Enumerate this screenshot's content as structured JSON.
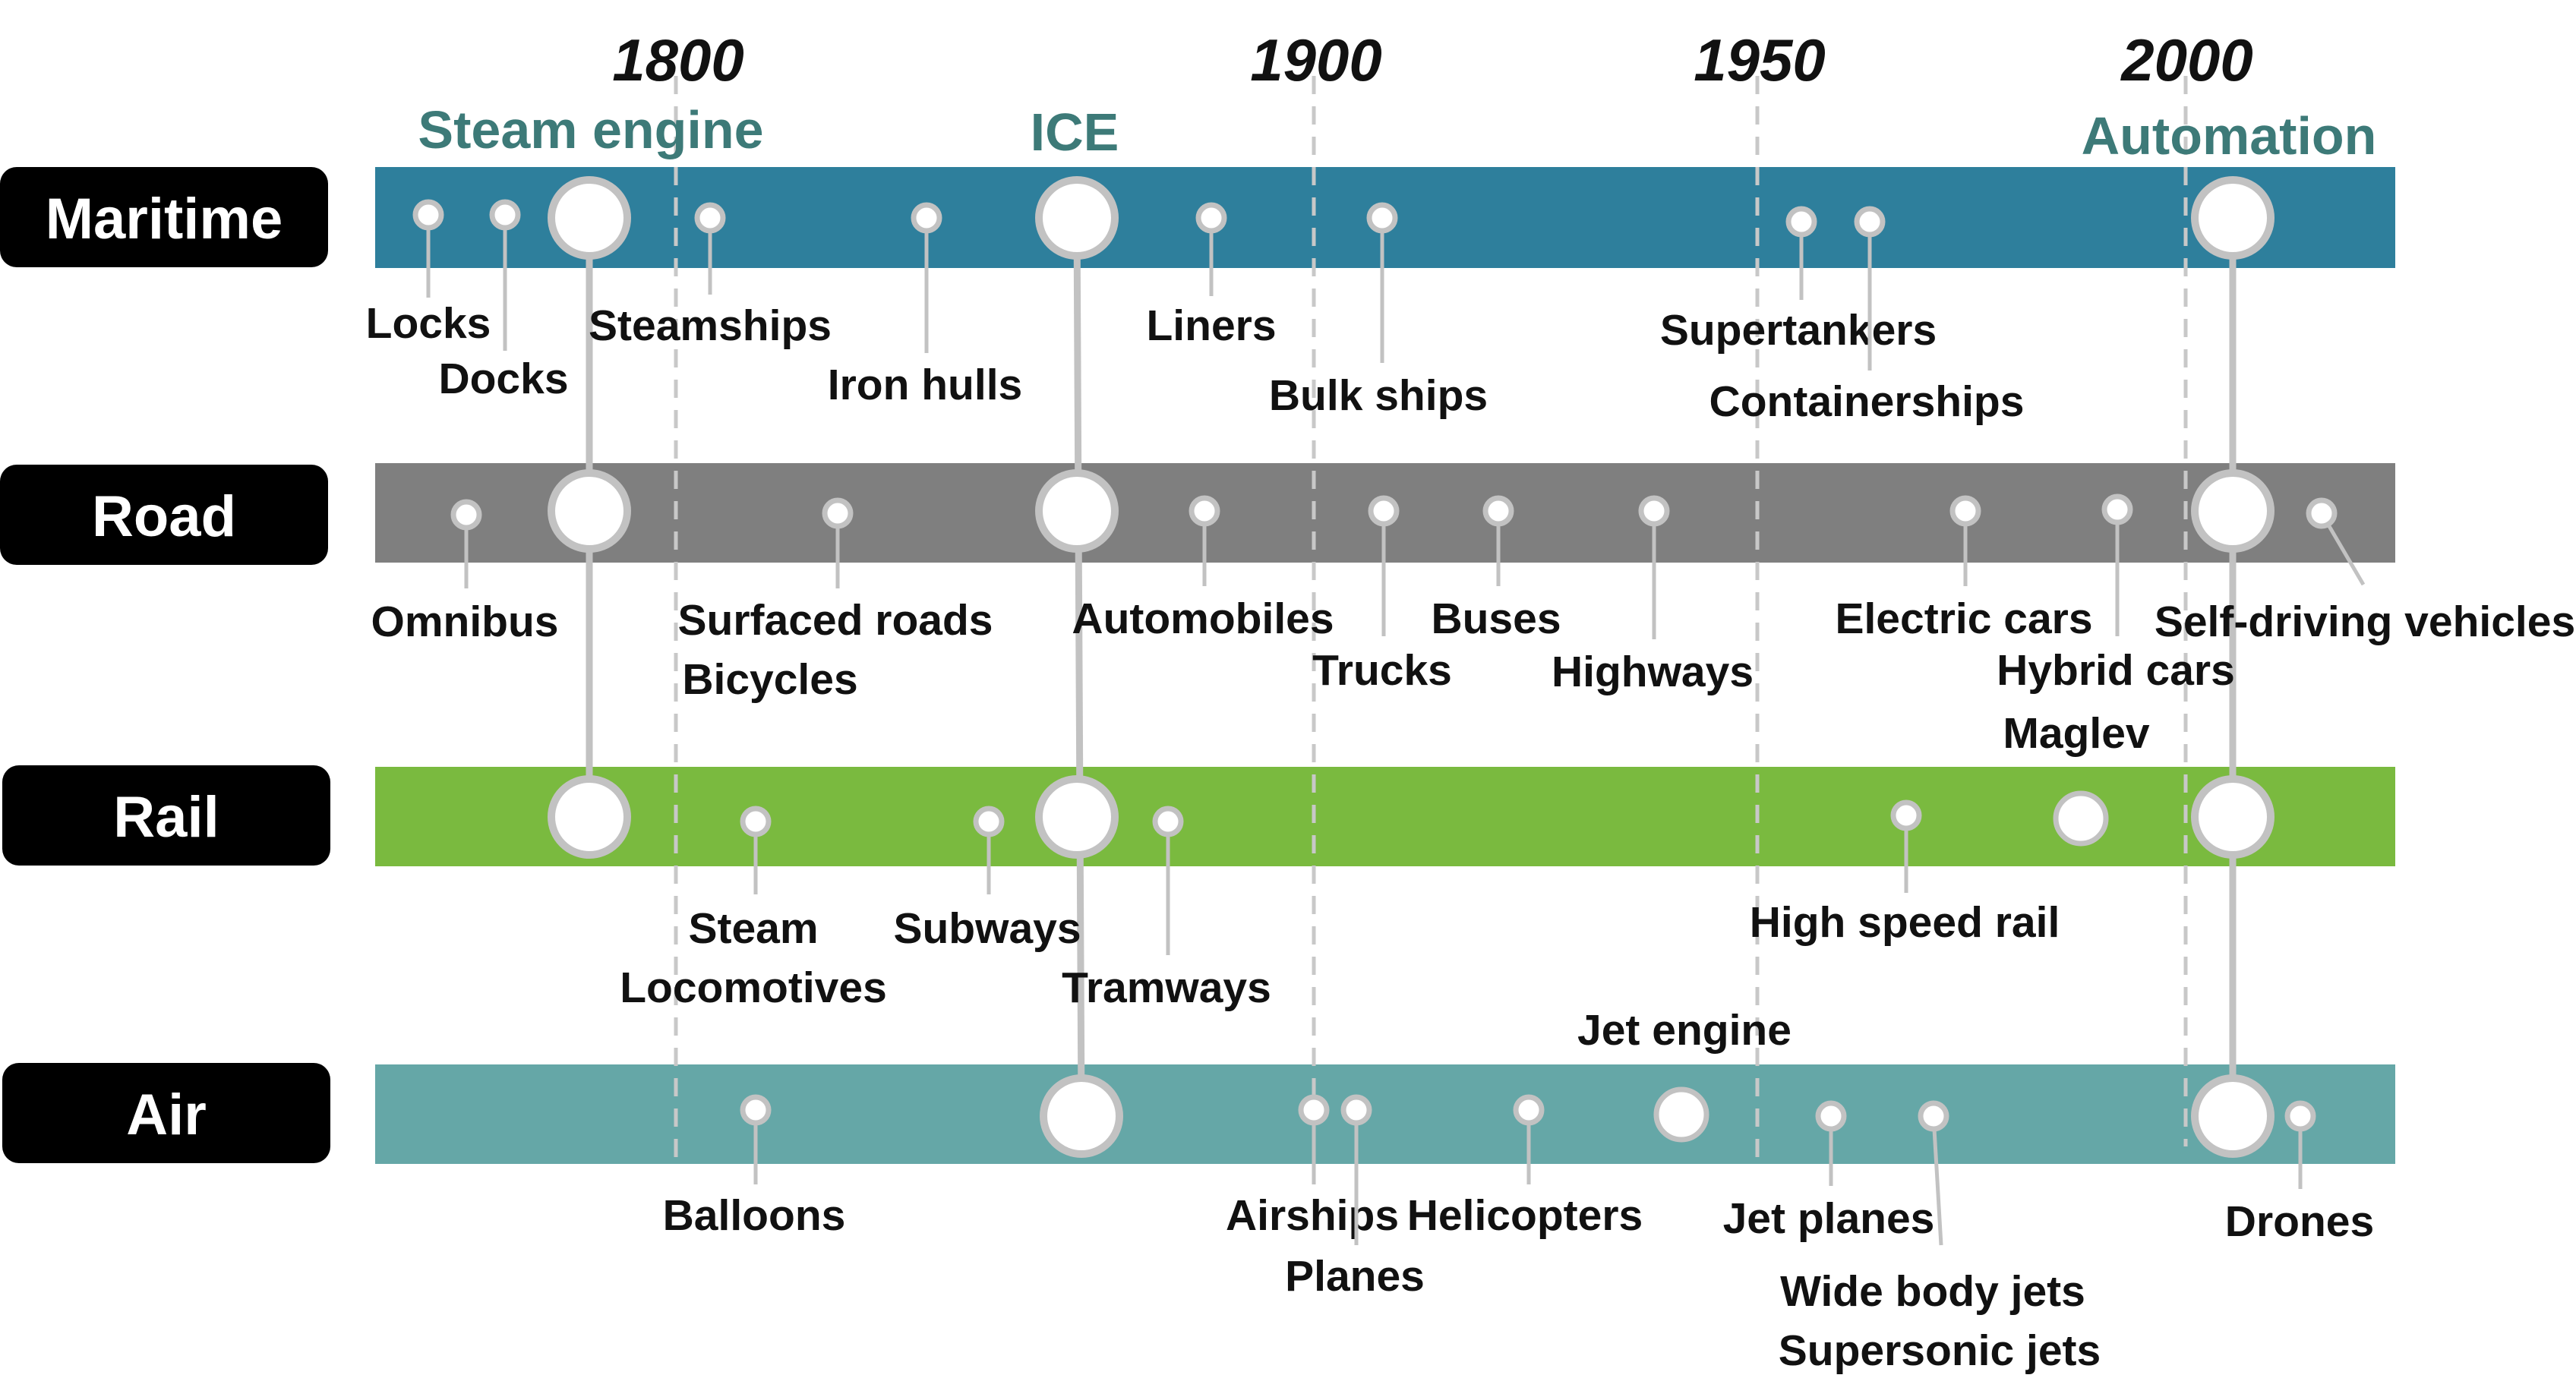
{
  "years": [
    {
      "label": "1800",
      "value": 1800
    },
    {
      "label": "1900",
      "value": 1900
    },
    {
      "label": "1950",
      "value": 1950
    },
    {
      "label": "2000",
      "value": 2000
    }
  ],
  "technologies": [
    {
      "label": "Steam engine"
    },
    {
      "label": "ICE"
    },
    {
      "label": "Automation"
    }
  ],
  "modes": [
    {
      "label": "Maritime",
      "color": "#2e7f9c",
      "events": [
        {
          "label": "Locks"
        },
        {
          "label": "Docks"
        },
        {
          "label": "Steamships"
        },
        {
          "label": "Iron hulls"
        },
        {
          "label": "Liners"
        },
        {
          "label": "Bulk ships"
        },
        {
          "label": "Supertankers"
        },
        {
          "label": "Containerships"
        }
      ]
    },
    {
      "label": "Road",
      "color": "#7f7f7f",
      "events": [
        {
          "label": "Omnibus"
        },
        {
          "label": "Surfaced roads"
        },
        {
          "label": "Bicycles"
        },
        {
          "label": "Automobiles"
        },
        {
          "label": "Trucks"
        },
        {
          "label": "Buses"
        },
        {
          "label": "Highways"
        },
        {
          "label": "Electric cars"
        },
        {
          "label": "Hybrid cars"
        },
        {
          "label": "Self-driving vehicles"
        }
      ]
    },
    {
      "label": "Rail",
      "color": "#7aba3f",
      "events": [
        {
          "label": "Steam"
        },
        {
          "label": "Locomotives"
        },
        {
          "label": "Subways"
        },
        {
          "label": "Tramways"
        },
        {
          "label": "High speed rail"
        },
        {
          "label": "Maglev"
        }
      ]
    },
    {
      "label": "Air",
      "color": "#65a7a7",
      "events": [
        {
          "label": "Balloons"
        },
        {
          "label": "Airships"
        },
        {
          "label": "Planes"
        },
        {
          "label": "Helicopters"
        },
        {
          "label": "Jet engine"
        },
        {
          "label": "Jet planes"
        },
        {
          "label": "Wide body jets"
        },
        {
          "label": "Supersonic jets"
        },
        {
          "label": "Drones"
        }
      ]
    }
  ]
}
